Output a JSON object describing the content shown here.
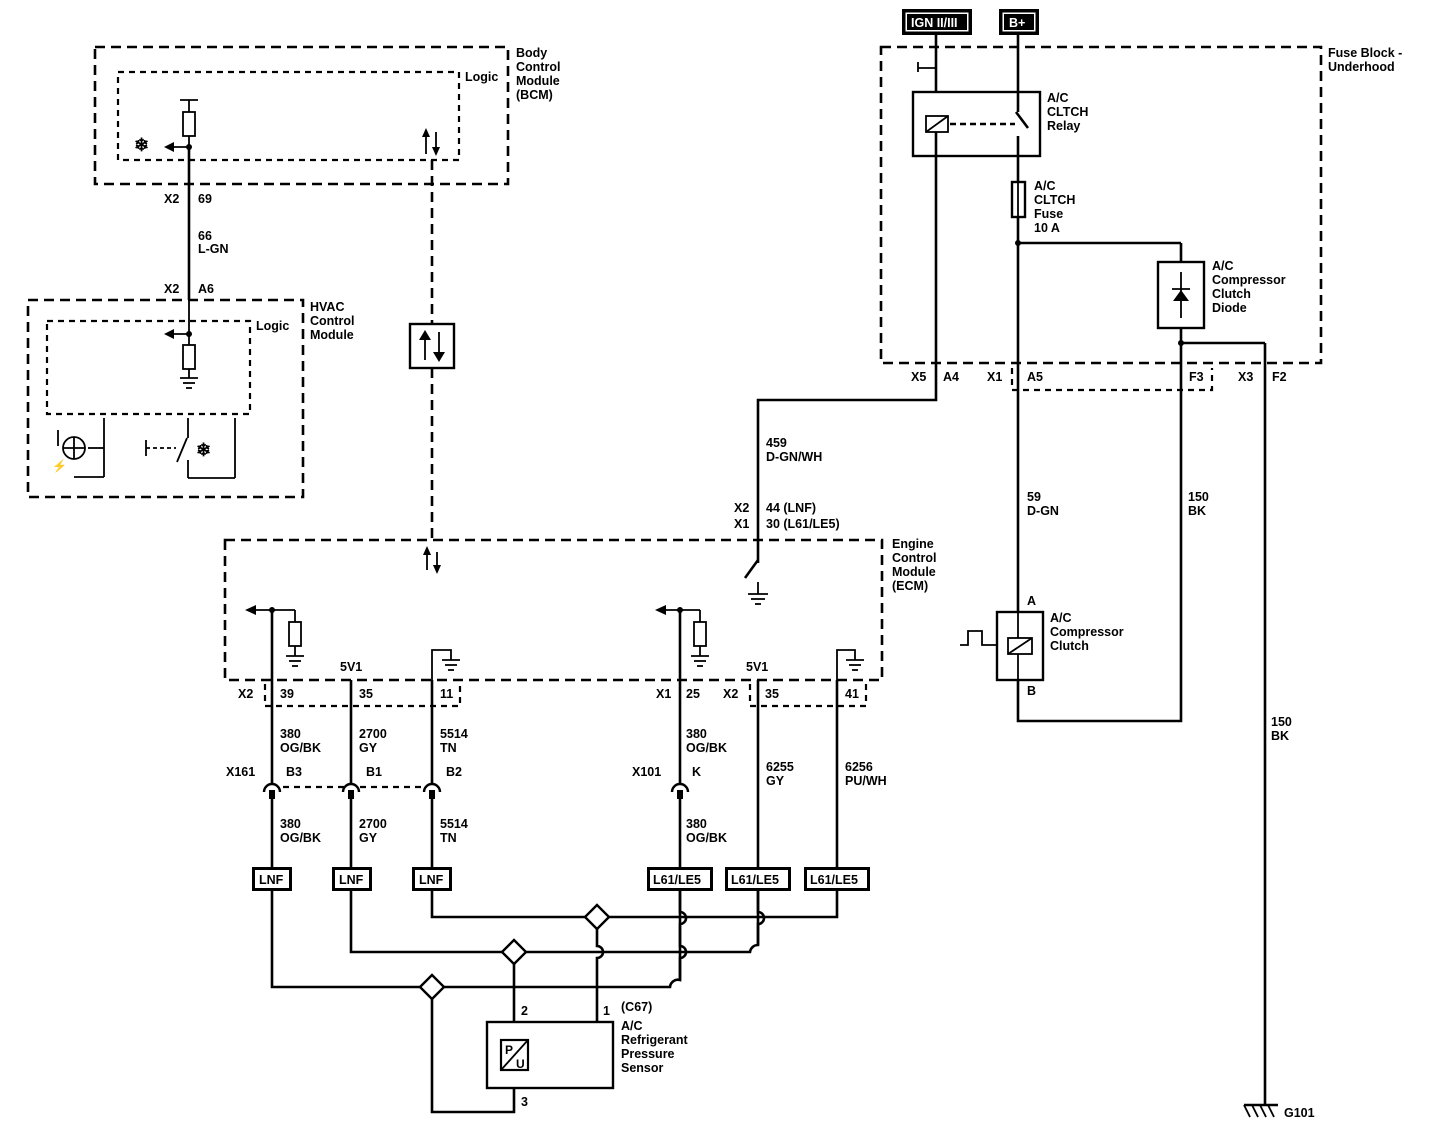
{
  "power_tags": {
    "ign": "IGN II/III",
    "bplus": "B+"
  },
  "bcm": {
    "name": [
      "Body",
      "Control",
      "Module",
      "(BCM)"
    ],
    "logic": "Logic",
    "conn": "X2",
    "pin": "69"
  },
  "wire_66": {
    "circuit": "66",
    "color": "L-GN"
  },
  "hvac": {
    "name": [
      "HVAC",
      "Control",
      "Module"
    ],
    "logic": "Logic",
    "conn": "X2",
    "pin": "A6"
  },
  "fuse_block": {
    "name": [
      "Fuse Block -",
      "Underhood"
    ],
    "relay": [
      "A/C",
      "CLTCH",
      "Relay"
    ],
    "fuse": [
      "A/C",
      "CLTCH",
      "Fuse",
      "10 A"
    ],
    "diode": [
      "A/C",
      "Compressor",
      "Clutch",
      "Diode"
    ],
    "pins": {
      "x5": "X5",
      "a4": "A4",
      "x1": "X1",
      "a5": "A5",
      "f3": "F3",
      "x3": "X3",
      "f2": "F2"
    }
  },
  "wire_459": {
    "circuit": "459",
    "color": "D-GN/WH"
  },
  "wire_59": {
    "circuit": "59",
    "color": "D-GN"
  },
  "wire_150_diode": {
    "circuit": "150",
    "color": "BK"
  },
  "wire_150_ground": {
    "circuit": "150",
    "color": "BK"
  },
  "ecm": {
    "name": [
      "Engine",
      "Control",
      "Module",
      "(ECM)"
    ],
    "pin_lnf": [
      "X2",
      "44 (LNF)"
    ],
    "pin_l61": [
      "X1",
      "30 (L61/LE5)"
    ],
    "ref_5v_left": "5V1",
    "ref_5v_right": "5V1",
    "left_pins": {
      "conn": "X2",
      "p1": "39",
      "p2": "35",
      "p3": "11"
    },
    "right_pins": {
      "conn1": "X1",
      "p1": "25",
      "conn2": "X2",
      "p2": "35",
      "p3": "41"
    }
  },
  "clutch": {
    "pin_a": "A",
    "pin_b": "B",
    "name": [
      "A/C",
      "Compressor",
      "Clutch"
    ]
  },
  "upper_wires": [
    {
      "circuit": "380",
      "color": "OG/BK"
    },
    {
      "circuit": "2700",
      "color": "GY"
    },
    {
      "circuit": "5514",
      "color": "TN"
    },
    {
      "circuit": "380",
      "color": "OG/BK"
    },
    {
      "circuit": "6255",
      "color": "GY"
    },
    {
      "circuit": "6256",
      "color": "PU/WH"
    }
  ],
  "inline_left": {
    "conn": "X161",
    "pins": [
      "B3",
      "B1",
      "B2"
    ]
  },
  "inline_right": {
    "conn": "X101",
    "pin": "K"
  },
  "lower_wires": [
    {
      "circuit": "380",
      "color": "OG/BK"
    },
    {
      "circuit": "2700",
      "color": "GY"
    },
    {
      "circuit": "5514",
      "color": "TN"
    },
    {
      "circuit": "380",
      "color": "OG/BK"
    }
  ],
  "options": [
    "LNF",
    "LNF",
    "LNF",
    "L61/LE5",
    "L61/LE5",
    "L61/LE5"
  ],
  "sensor": {
    "conn": "(C67)",
    "pin1": "1",
    "pin2": "2",
    "pin3": "3",
    "name": [
      "A/C",
      "Refrigerant",
      "Pressure",
      "Sensor"
    ]
  },
  "ground": "G101"
}
